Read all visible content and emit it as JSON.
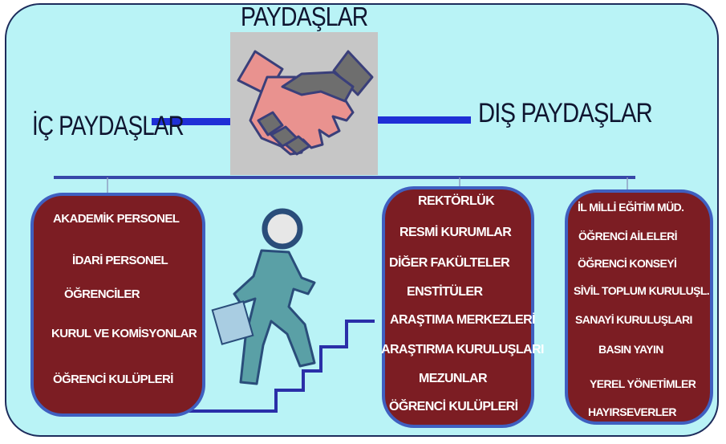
{
  "title": "PAYDAŞLAR",
  "internal": {
    "heading": "İÇ PAYDAŞLAR",
    "items": [
      "AKADEMİK PERSONEL",
      "İDARİ PERSONEL",
      "ÖĞRENCİLER",
      "KURUL VE KOMİSYONLAR",
      "ÖĞRENCİ KULÜPLERİ"
    ]
  },
  "external": {
    "heading": "DIŞ PAYDAŞLAR",
    "middle_items": [
      "REKTÖRLÜK",
      "RESMİ KURUMLAR",
      "DİĞER FAKÜLTELER",
      "ENSTİTÜLER",
      "ARAŞTIMA MERKEZLERİ",
      "ARAŞTIRMA KURULUŞLARI",
      "MEZUNLAR",
      "ÖĞRENCİ KULÜPLERİ"
    ],
    "right_items": [
      "İL MİLLİ EĞİTİM MÜD.",
      "ÖĞRENCİ AİLELERİ",
      "ÖĞRENCİ KONSEYİ",
      "SİVİL TOPLUM KURULUŞL.",
      "SANAYİ KURULUŞLARI",
      "BASIN YAYIN",
      "YEREL YÖNETİMLER",
      "HAYIRSEVERLER"
    ]
  },
  "colors": {
    "background": "#b9f3f6",
    "box_fill": "#7c1d23",
    "box_border": "#3f5fc0",
    "connector": "#1f2fd6",
    "hline": "#3747a8"
  },
  "icons": [
    "handshake-icon",
    "climbing-person-icon"
  ]
}
